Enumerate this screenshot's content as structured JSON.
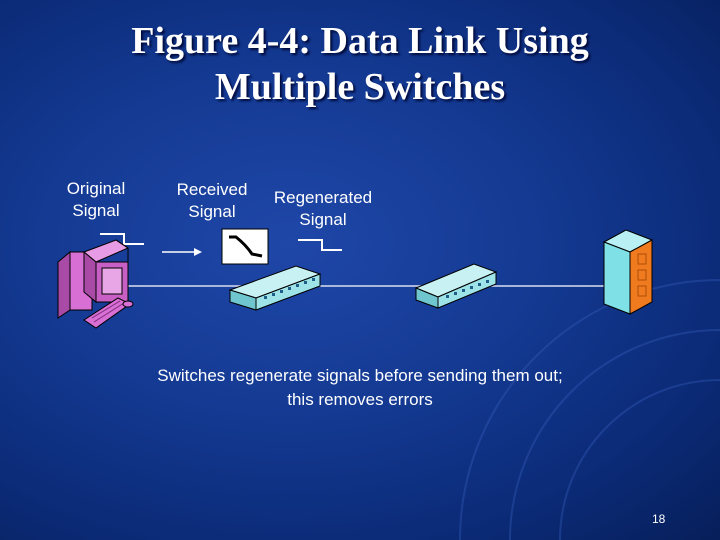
{
  "slide": {
    "title_line1": "Figure 4-4: Data Link Using",
    "title_line2": "Multiple Switches",
    "page_number": "18"
  },
  "labels": {
    "original_line1": "Original",
    "original_line2": "Signal",
    "received_line1": "Received",
    "received_line2": "Signal",
    "regenerated_line1": "Regenerated",
    "regenerated_line2": "Signal"
  },
  "caption": {
    "line1": "Switches regenerate signals before sending them out;",
    "line2": "this removes errors"
  },
  "icons": [
    "pc-icon",
    "switch-icon",
    "switch-icon",
    "server-icon",
    "signal-pulse-icon",
    "arrow-icon"
  ],
  "colors": {
    "background": "#143a93",
    "text": "#ffffff",
    "pc": "#d86fd4",
    "switch": "#9ee3e8",
    "server_teal": "#7fe0e6",
    "server_orange": "#f07a1e"
  }
}
